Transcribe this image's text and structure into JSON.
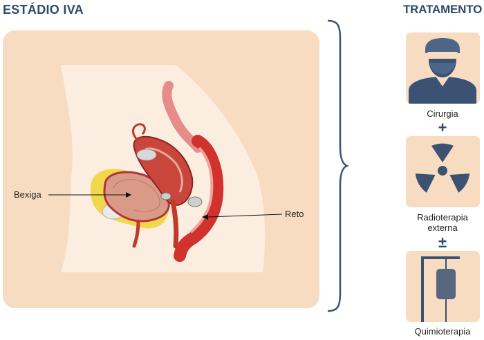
{
  "header": {
    "stage_title": "ESTÁDIO IVA",
    "treatment_title": "TRATAMENTO"
  },
  "illustration": {
    "label_bladder": "Bexiga",
    "label_rectum": "Reto"
  },
  "treatment": {
    "items": [
      {
        "label": "Cirurgia",
        "icon": "surgeon-icon"
      },
      {
        "label": "Radioterapia\nexterna",
        "icon": "radiation-icon"
      },
      {
        "label": "Quimioterapia",
        "icon": "iv-drip-icon"
      }
    ],
    "op_plus": "+",
    "op_plusminus": "±"
  },
  "colors": {
    "title": "#2f4a6b",
    "panel": "#f8dcc2",
    "icon": "#3b5273"
  }
}
